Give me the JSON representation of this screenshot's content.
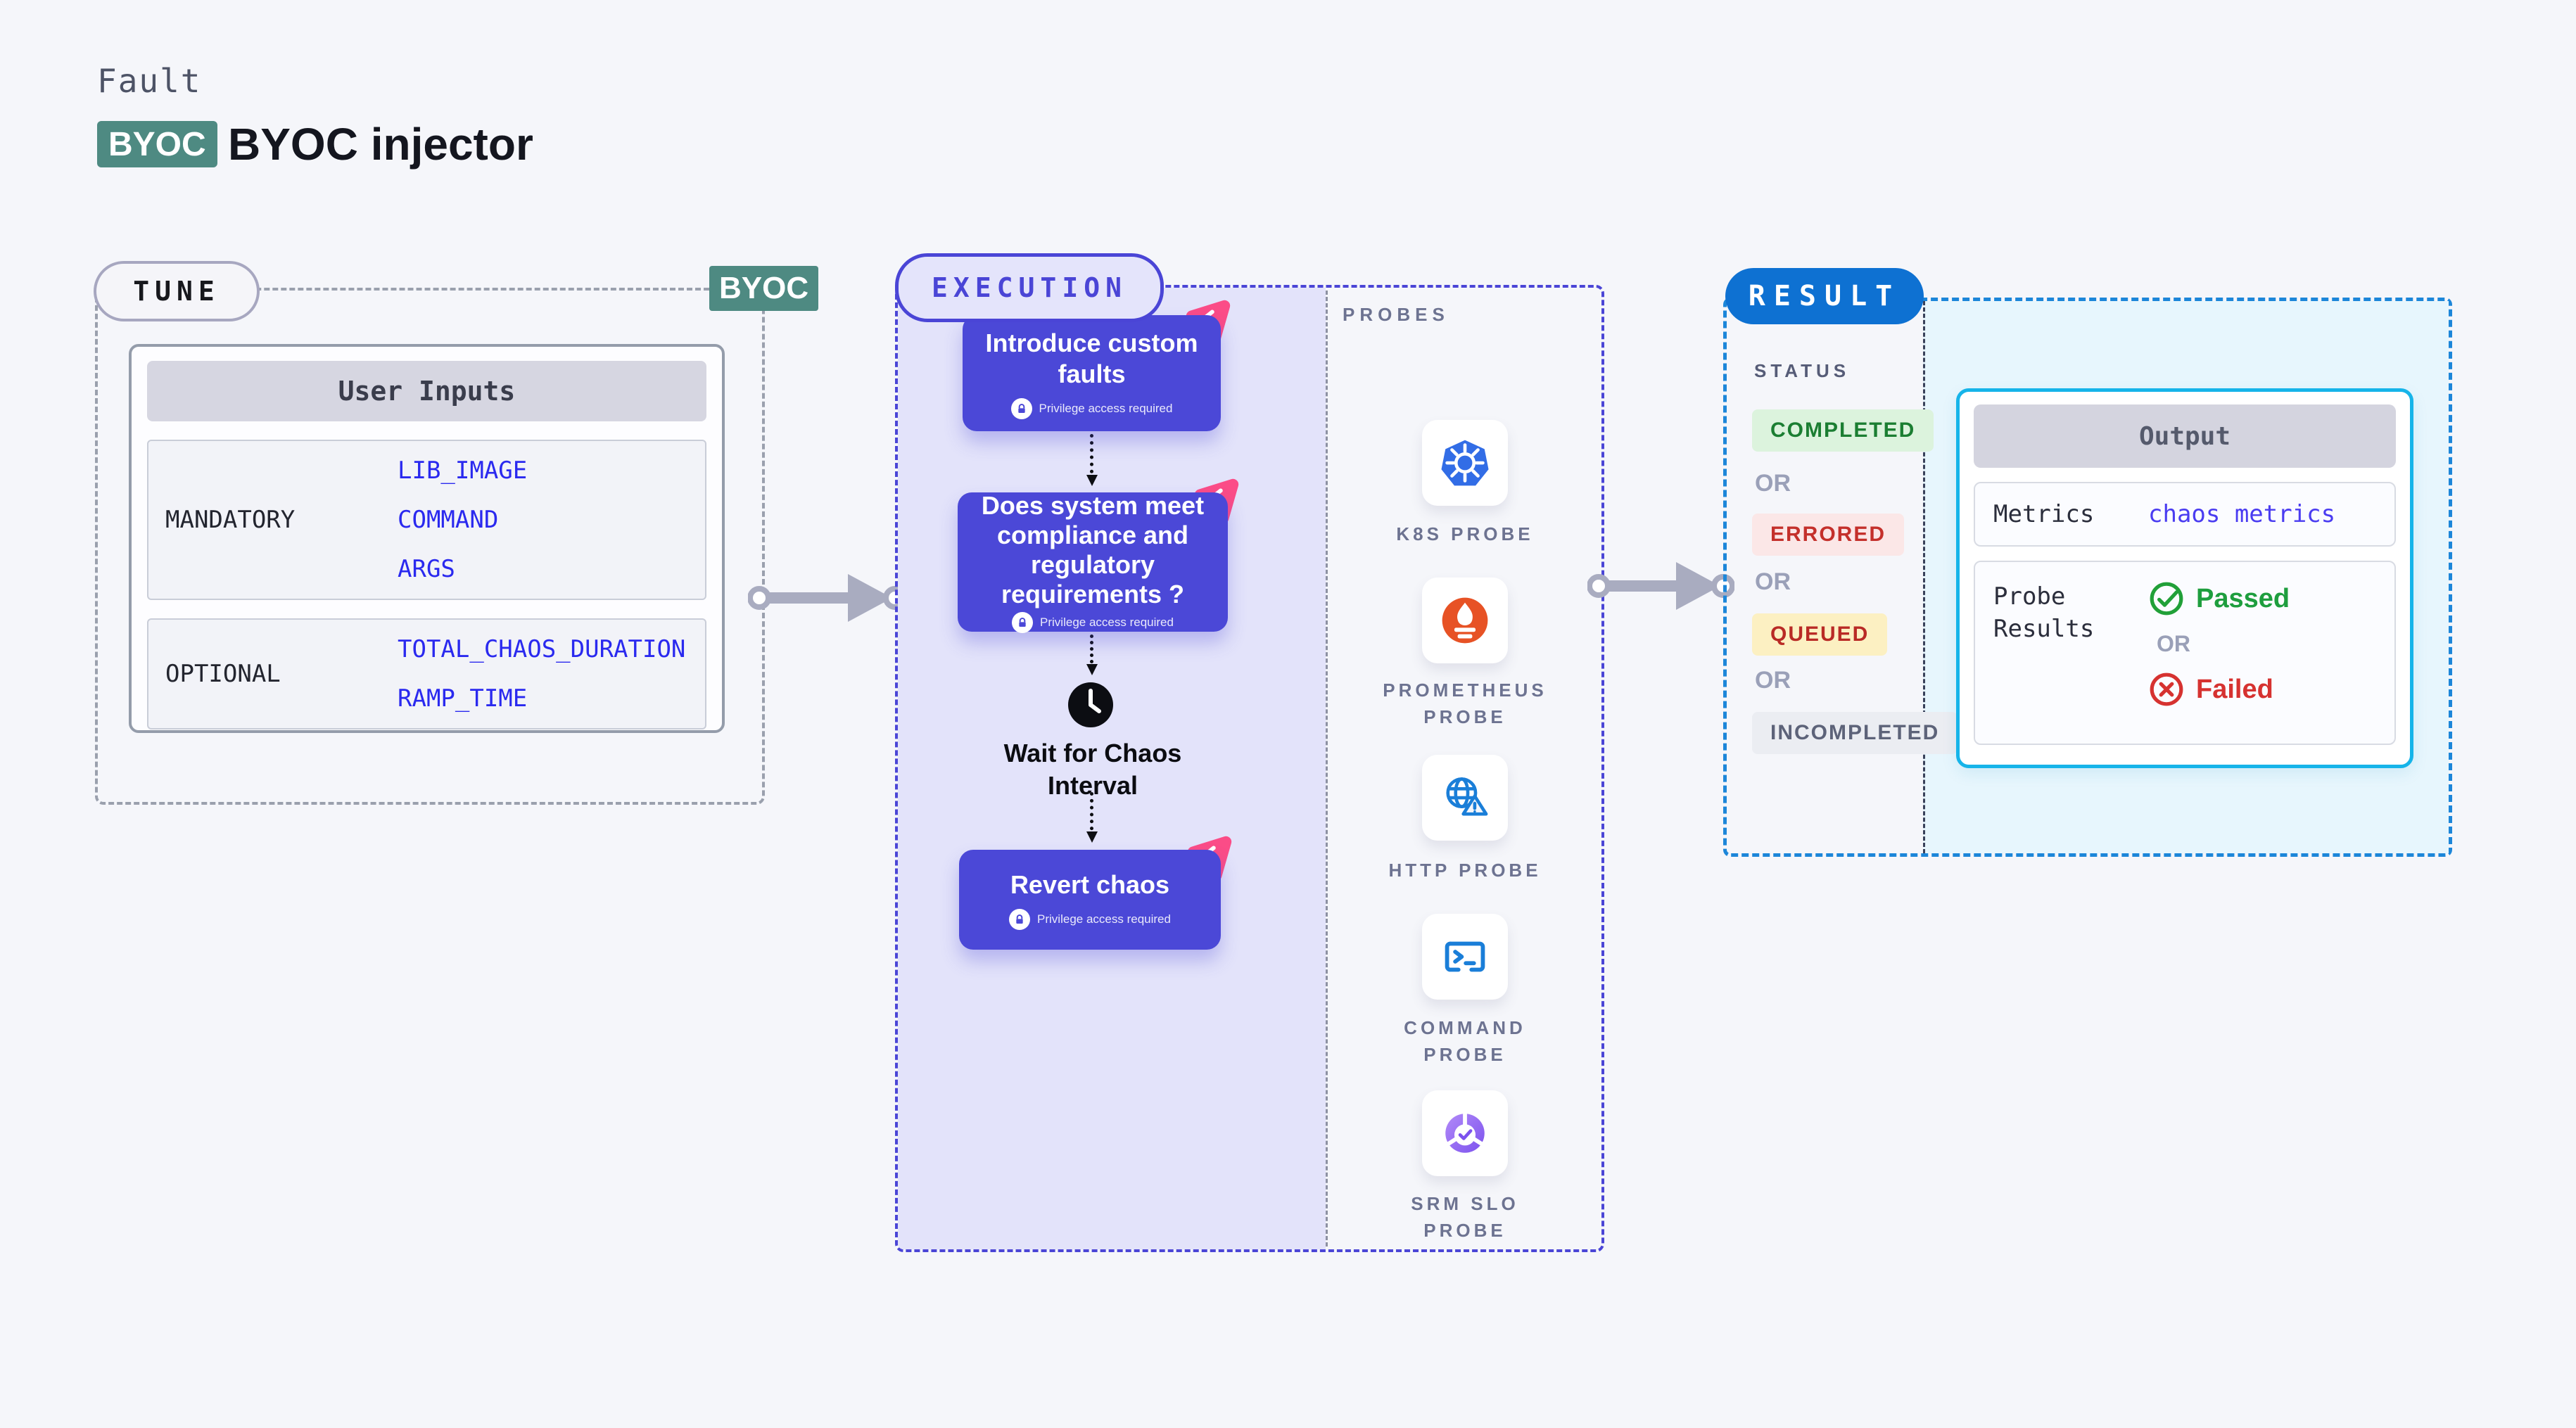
{
  "header": {
    "category": "Fault",
    "badge": "BYOC",
    "title": "BYOC injector"
  },
  "tune": {
    "label": "TUNE",
    "corner_badge": "BYOC",
    "user_inputs": {
      "title": "User Inputs",
      "rows": [
        {
          "label": "MANDATORY",
          "values": [
            "LIB_IMAGE",
            "COMMAND",
            "ARGS"
          ]
        },
        {
          "label": "OPTIONAL",
          "values": [
            "TOTAL_CHAOS_DURATION",
            "RAMP_TIME"
          ]
        }
      ]
    }
  },
  "execution": {
    "label": "EXECUTION",
    "cards": [
      {
        "title": "Introduce custom faults",
        "badge": "Privilege access required"
      },
      {
        "title": "Does system meet compliance and regulatory requirements ?",
        "badge": "Privilege access required"
      },
      {
        "title": "Revert chaos",
        "badge": "Privilege access required"
      }
    ],
    "wait_step": {
      "title": "Wait for Chaos Interval"
    }
  },
  "probes": {
    "label": "PROBES",
    "items": [
      {
        "name": "K8S PROBE",
        "icon": "kubernetes-icon"
      },
      {
        "name": "PROMETHEUS PROBE",
        "icon": "prometheus-icon"
      },
      {
        "name": "HTTP PROBE",
        "icon": "http-globe-icon"
      },
      {
        "name": "COMMAND PROBE",
        "icon": "terminal-icon"
      },
      {
        "name": "SRM SLO PROBE",
        "icon": "slo-check-icon"
      }
    ]
  },
  "result": {
    "label": "RESULT",
    "status_label": "STATUS",
    "or_label": "OR",
    "statuses": [
      {
        "text": "COMPLETED",
        "color": "#1b7e32",
        "bg": "#dcf3dd"
      },
      {
        "text": "ERRORED",
        "color": "#c4302b",
        "bg": "#fbe7e7"
      },
      {
        "text": "QUEUED",
        "color": "#b92a25",
        "bg": "#fcf0c2"
      },
      {
        "text": "INCOMPLETED",
        "color": "#5d6379",
        "bg": "#ebedf2"
      }
    ],
    "output": {
      "title": "Output",
      "metrics_label": "Metrics",
      "metrics_value": "chaos metrics",
      "probe_results_label": "Probe Results",
      "passed": "Passed",
      "failed": "Failed",
      "passed_icon": "check-circle-icon",
      "failed_icon": "x-circle-icon"
    }
  },
  "colors": {
    "page_bg": "#f5f6fa",
    "teal_badge": "#4e8a82",
    "card_purple": "#4b48d7",
    "execution_indigo": "#4a45d6",
    "execution_fill": "#e3e3fa",
    "tune_dash_gray": "#9aa0ad",
    "result_blue": "#0e71d2",
    "result_dash_blue": "#1c86d9",
    "result_fill_cyan": "#e7f6fd",
    "output_border_cyan": "#16b4e9",
    "param_blue": "#2a29ef",
    "metrics_blue": "#4a3cf1",
    "passed_green": "#1e9e3e",
    "failed_red": "#d63230",
    "pink_icon": "#fb4c87",
    "arrow_gray": "#a9acc0"
  }
}
